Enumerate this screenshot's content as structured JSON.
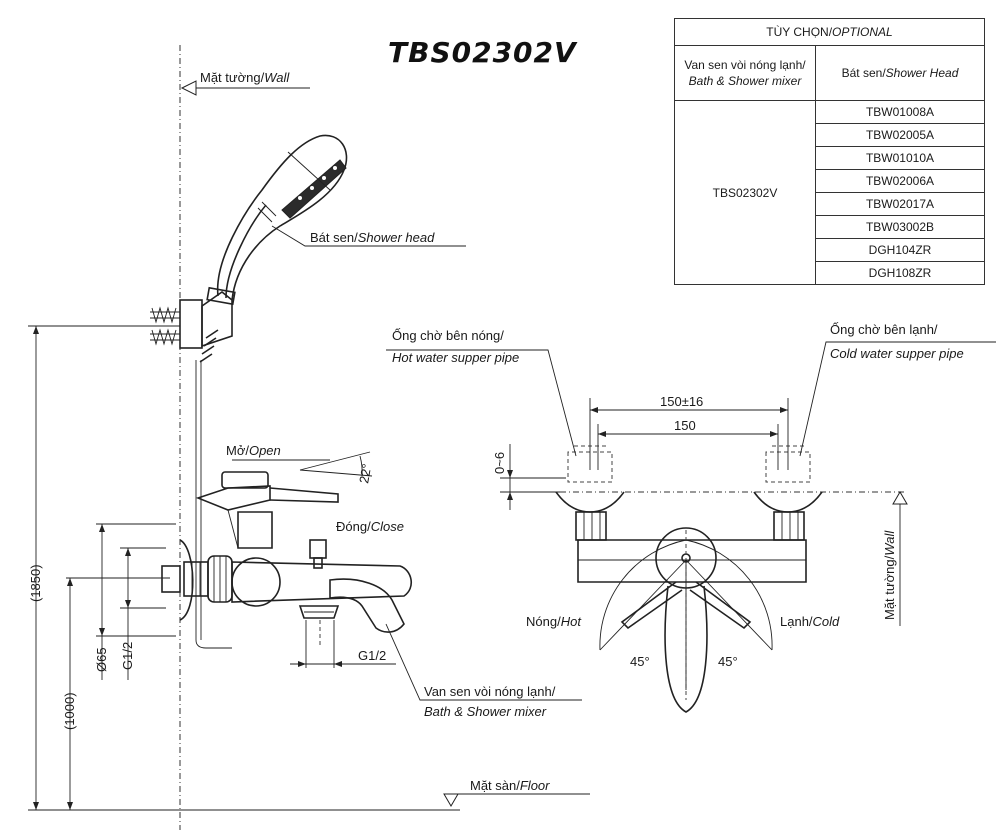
{
  "title": "TBS02302V",
  "table": {
    "header_main": "TÙY CHỌN/",
    "header_main_en": "OPTIONAL",
    "col1_line1": "Van sen vòi nóng lạnh/",
    "col1_line2": "Bath & Shower mixer",
    "col2_vi": "Bát sen/",
    "col2_en": "Shower Head",
    "mixer_model": "TBS02302V",
    "shower_heads": [
      "TBW01008A",
      "TBW02005A",
      "TBW01010A",
      "TBW02006A",
      "TBW02017A",
      "TBW03002B",
      "DGH104ZR",
      "DGH108ZR"
    ]
  },
  "labels": {
    "wall_vi": "Mặt tường/",
    "wall_en": "Wall",
    "shower_head_vi": "Bát sen/",
    "shower_head_en": "Shower head",
    "open_vi": "Mở/",
    "open_en": "Open",
    "close_vi": "Đóng/",
    "close_en": "Close",
    "mixer_vi": "Van sen vòi nóng lạnh/",
    "mixer_en": "Bath & Shower mixer",
    "floor_vi": "Mặt sàn/",
    "floor_en": "Floor",
    "hot_pipe_vi": "Ống chờ bên nóng/",
    "hot_pipe_en": "Hot water supper pipe",
    "cold_pipe_vi": "Ống chờ bên lạnh/",
    "cold_pipe_en": "Cold water supper pipe",
    "hot_vi": "Nóng/",
    "hot_en": "Hot",
    "cold_vi": "Lạnh/",
    "cold_en": "Cold",
    "wall_side_vi": "Mặt tường/",
    "wall_side_en": "Wall"
  },
  "dimensions": {
    "total_height": "(1850)",
    "mixer_height": "(1000)",
    "diameter": "Ø65",
    "thread_inlet": "G1/2",
    "thread_outlet": "G1/2",
    "handle_angle": "22°",
    "spacing_range": "150±16",
    "spacing": "150",
    "offset": "0~6",
    "angle_left": "45°",
    "angle_right": "45°"
  }
}
